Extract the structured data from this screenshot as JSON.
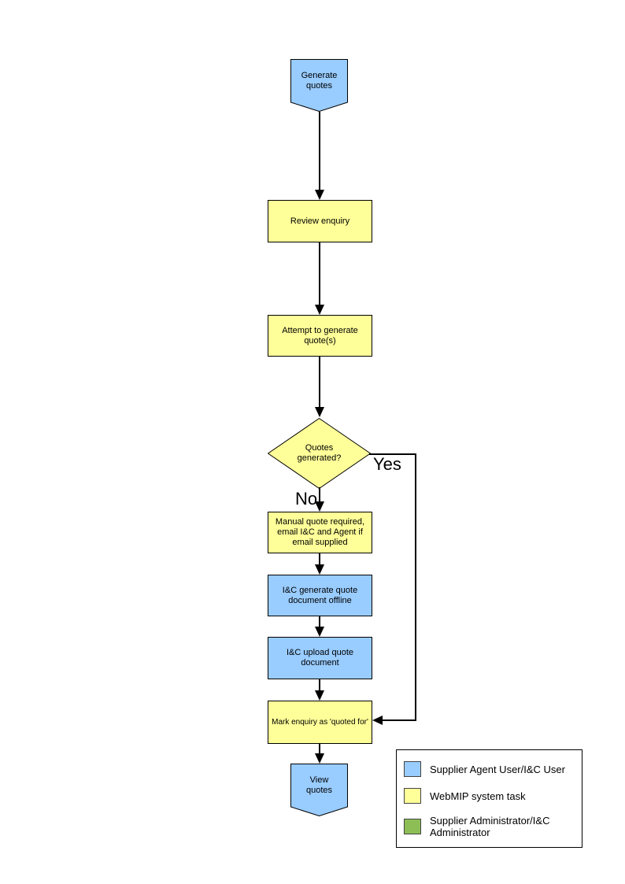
{
  "colors": {
    "user_task": "#99CCFF",
    "system_task": "#FFFF99",
    "admin_task": "#8DBE55",
    "line": "#000000"
  },
  "flow": {
    "start": {
      "label": "Generate quotes"
    },
    "review": {
      "label": "Review enquiry"
    },
    "attempt": {
      "label": "Attempt to generate quote(s)"
    },
    "decision": {
      "label": "Quotes generated?"
    },
    "yes_label": "Yes",
    "no_label": "No",
    "manual": {
      "label": "Manual quote required, email I&C and Agent if email supplied"
    },
    "generate_offline": {
      "label": "I&C generate quote document offline"
    },
    "upload": {
      "label": "I&C upload quote document"
    },
    "mark": {
      "label": "Mark enquiry as 'quoted for'"
    },
    "end": {
      "label": "View quotes"
    }
  },
  "legend": {
    "items": [
      {
        "color": "#99CCFF",
        "label": "Supplier Agent User/I&C User"
      },
      {
        "color": "#FFFF99",
        "label": "WebMIP system task"
      },
      {
        "color": "#8DBE55",
        "label": "Supplier Administrator/I&C Administrator"
      }
    ]
  }
}
